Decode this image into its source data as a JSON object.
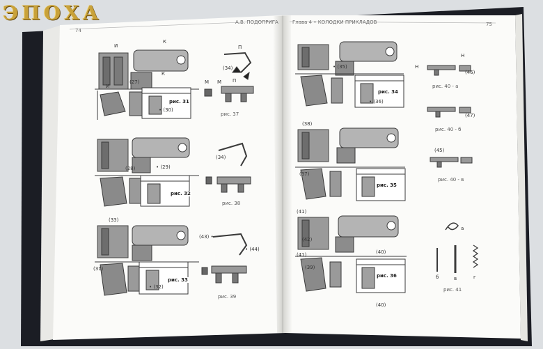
{
  "watermark": {
    "text": "ЭПОХА",
    "color": "#c9a23a"
  },
  "left_page": {
    "page_number": "74",
    "header": "А.В. ПОДОПРИГА",
    "captions": {
      "fig31": "рис. 31",
      "fig32": "рис. 32",
      "fig33": "рис. 33",
      "fig37": "рис. 37",
      "fig38": "рис. 38",
      "fig39": "рис. 39"
    },
    "labels": {
      "k_top": "К",
      "i_top": "И",
      "k_side": "К",
      "i_side": "И",
      "m_left": "М",
      "m_right": "М",
      "p_top": "П",
      "p_mid": "П",
      "n27": "(27)",
      "n30": "• (30)",
      "n34_37": "(34)",
      "n28": "(28)",
      "n29": "• (29)",
      "n34_38": "(34)",
      "n33": "(33)",
      "n31": "(31)",
      "n32": "• (32)",
      "n43": "(43) •",
      "n44": "• (44)"
    }
  },
  "right_page": {
    "page_number": "75",
    "header": "Глава 4 • КОЛОДКИ ПРИКЛАДОВ",
    "captions": {
      "fig34": "рис. 34",
      "fig35": "рис. 35",
      "fig36": "рис. 36",
      "fig40a": "рис. 40 - а",
      "fig40b": "рис. 40 - б",
      "fig40v": "рис. 40 - в",
      "fig41": "рис. 41"
    },
    "labels": {
      "n35": "• (35)",
      "n36": "• (36)",
      "n38": "(38)",
      "n37": "(37)",
      "n41a": "(41)",
      "n42": "(42)",
      "n41b": "(41)",
      "n39": "(39)",
      "n40a": "(40)",
      "n40b": "(40)",
      "h_top": "Н",
      "h_left": "Н",
      "n46": "(46)",
      "n47": "(47)",
      "n45": "(45)",
      "a41": "а",
      "b41": "б",
      "v41": "в",
      "g41": "г"
    }
  },
  "colors": {
    "background": "#dcdfe2",
    "paper": "#fbfbf9",
    "cover": "#1b1d24",
    "ink": "#3a3a3a"
  }
}
